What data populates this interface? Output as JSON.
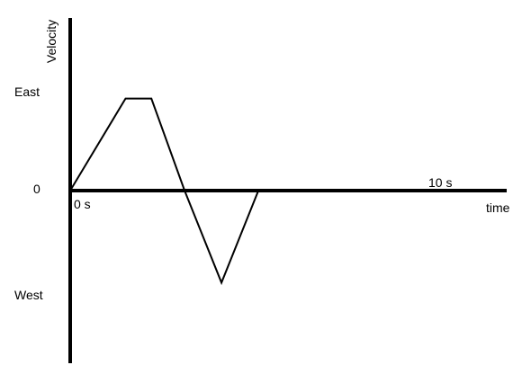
{
  "chart_data": {
    "type": "line",
    "ylabel": "Velocity",
    "xlabel": "time",
    "y_region_labels": {
      "positive": "East",
      "zero": "0",
      "negative": "West"
    },
    "x_tick_labels": {
      "start": "0 s",
      "end": "10 s"
    },
    "x_range": [
      0,
      10
    ],
    "y_range": [
      -1.35,
      1.35
    ],
    "grid": false,
    "legend": "none",
    "line_color": "#000000",
    "series": [
      {
        "x": [
          0,
          1.5,
          2.2,
          3.1,
          4.1,
          5.1
        ],
        "y": [
          0,
          0.72,
          0.72,
          0,
          -0.72,
          0
        ]
      }
    ]
  }
}
